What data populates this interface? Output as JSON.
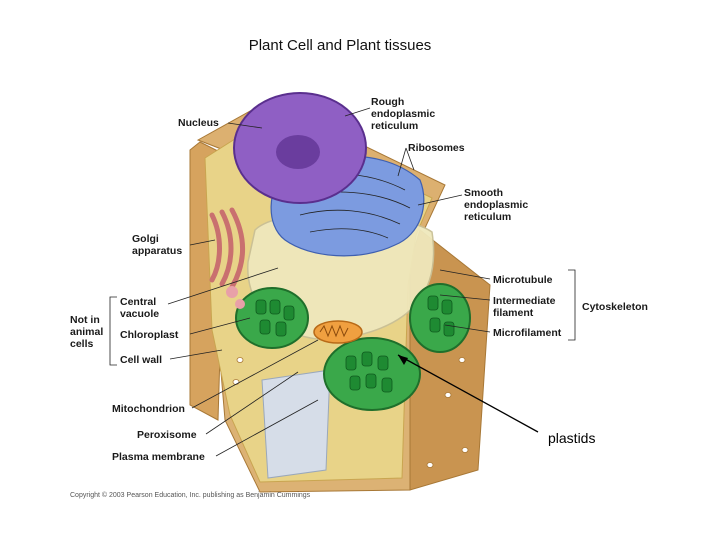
{
  "slide": {
    "title": "Plant Cell and Plant tissues"
  },
  "labels": {
    "nucleus": "Nucleus",
    "rough_er": [
      "Rough",
      "endoplasmic",
      "reticulum"
    ],
    "ribosomes": "Ribosomes",
    "smooth_er": [
      "Smooth",
      "endoplasmic",
      "reticulum"
    ],
    "golgi": [
      "Golgi",
      "apparatus"
    ],
    "microtubule": "Microtubule",
    "intermediate_filament": [
      "Intermediate",
      "filament"
    ],
    "microfilament": "Microfilament",
    "cytoskeleton": "Cytoskeleton",
    "not_in_animal_cells": [
      "Not in",
      "animal",
      "cells"
    ],
    "central_vacuole": [
      "Central",
      "vacuole"
    ],
    "chloroplast": "Chloroplast",
    "cell_wall": "Cell wall",
    "mitochondrion": "Mitochondrion",
    "peroxisome": "Peroxisome",
    "plasma_membrane": "Plasma membrane"
  },
  "annotation": {
    "plastids": "plastids"
  },
  "copyright": "Copyright © 2003 Pearson Education, Inc. publishing as Benjamin Cummings",
  "colors": {
    "cell_wall": "#d9a860",
    "cytoplasm": "#e9d58c",
    "nucleus": "#8a5cc2",
    "er": "#6f8fd8",
    "vacuole": "#ece6b8",
    "chloroplast": "#3aa84a",
    "golgi": "#d98a8a",
    "mitochondrion": "#f0a040"
  }
}
